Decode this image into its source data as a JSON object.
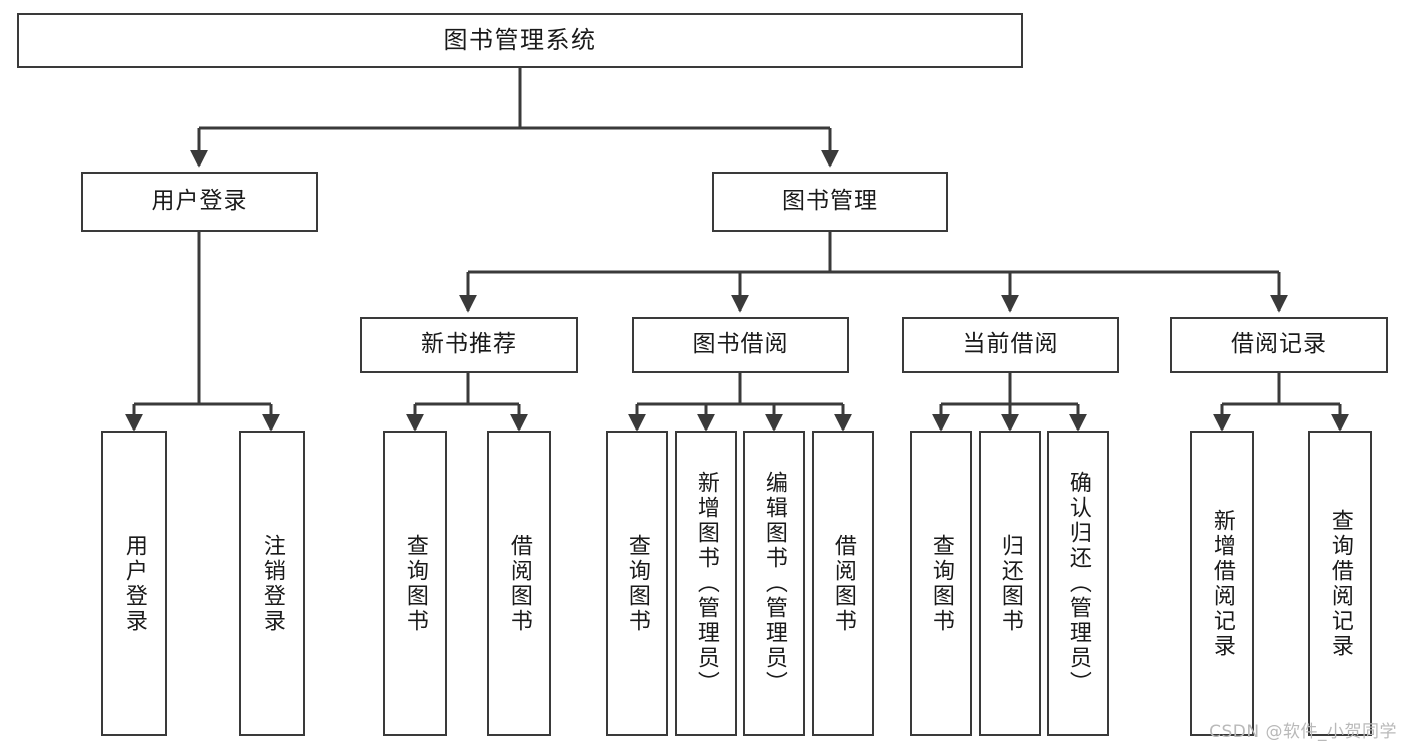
{
  "diagram": {
    "title_node": {
      "id": "root",
      "label": "图书管理系统"
    },
    "level2": [
      {
        "id": "login",
        "label": "用户登录"
      },
      {
        "id": "bookmgmt",
        "label": "图书管理"
      }
    ],
    "level3": [
      {
        "id": "newbook",
        "label": "新书推荐"
      },
      {
        "id": "borrow",
        "label": "图书借阅"
      },
      {
        "id": "current",
        "label": "当前借阅"
      },
      {
        "id": "records",
        "label": "借阅记录"
      }
    ],
    "leaves": [
      {
        "id": "leaf-user-login",
        "label": "用户登录",
        "parent": "login"
      },
      {
        "id": "leaf-user-logout",
        "label": "注销登录",
        "parent": "login"
      },
      {
        "id": "leaf-query-book-1",
        "label": "查询图书",
        "parent": "newbook"
      },
      {
        "id": "leaf-borrow-book-1",
        "label": "借阅图书",
        "parent": "newbook"
      },
      {
        "id": "leaf-query-book-2",
        "label": "查询图书",
        "parent": "borrow"
      },
      {
        "id": "leaf-add-book",
        "label": "新增图书（管理员）",
        "parent": "borrow"
      },
      {
        "id": "leaf-edit-book",
        "label": "编辑图书（管理员）",
        "parent": "borrow"
      },
      {
        "id": "leaf-borrow-book-2",
        "label": "借阅图书",
        "parent": "borrow"
      },
      {
        "id": "leaf-query-book-3",
        "label": "查询图书",
        "parent": "current"
      },
      {
        "id": "leaf-return-book",
        "label": "归还图书",
        "parent": "current"
      },
      {
        "id": "leaf-confirm-return",
        "label": "确认归还（管理员）",
        "parent": "current"
      },
      {
        "id": "leaf-add-record",
        "label": "新增借阅记录",
        "parent": "records"
      },
      {
        "id": "leaf-query-record",
        "label": "查询借阅记录",
        "parent": "records"
      }
    ]
  },
  "watermark": {
    "text": "CSDN @软件_小贺同学"
  },
  "colors": {
    "border": "#3a3a3a",
    "background": "#ffffff",
    "text": "#1a1a1a",
    "watermark": "#b9b9b9"
  }
}
